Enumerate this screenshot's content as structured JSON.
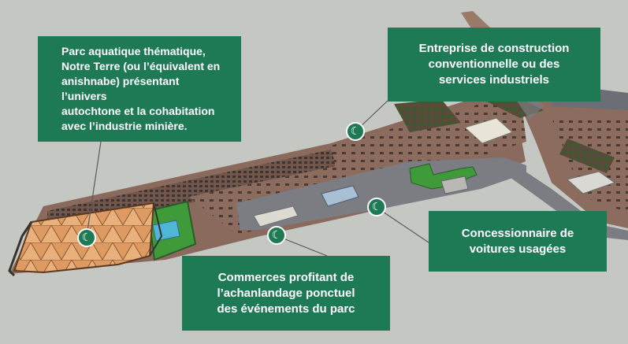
{
  "callouts": {
    "park": "Parc aquatique thématique,\nNotre Terre (ou l’équivalent en\nanishnabe) présentant l’univers\nautochtone et la cohabitation\navec l’industrie minière.",
    "construction": "Entreprise de construction\nconventionnelle ou des\nservices industriels",
    "dealer": "Concessionnaire de\nvoitures usagées",
    "shops": "Commerces profitant de\nl’achanlandage ponctuel\ndes événements du parc"
  },
  "marker_icon": "crescent-moon-icon",
  "colors": {
    "callout_bg": "#1e7a55",
    "background": "#c5c7c2",
    "ground": "#8a6a5c",
    "road": "#7b7d83",
    "green_roof": "#3f9a3a",
    "pavilion": "#e0a067"
  }
}
